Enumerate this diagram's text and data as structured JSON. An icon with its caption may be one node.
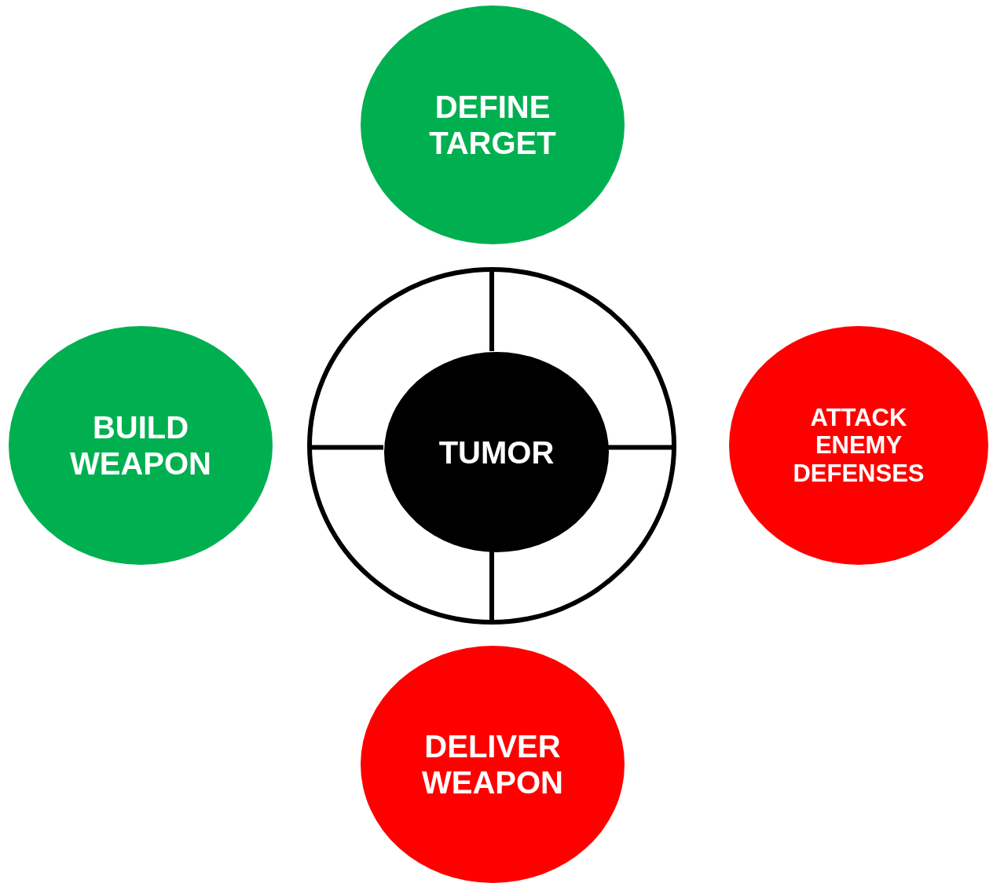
{
  "diagram": {
    "nodes": [
      {
        "text": [
          "DEFINE TARGET"
        ]
      },
      {
        "text": [
          "BUILD WEAPON"
        ]
      },
      {
        "text": [],
        "shape": "circle"
      },
      {
        "text": [
          "TUMOR"
        ],
        "in": 2
      },
      {
        "text": [
          "ATTACK ENEMY DEFENSES"
        ]
      },
      {
        "text": [
          "DELIVER WEAPON"
        ]
      }
    ]
  }
}
